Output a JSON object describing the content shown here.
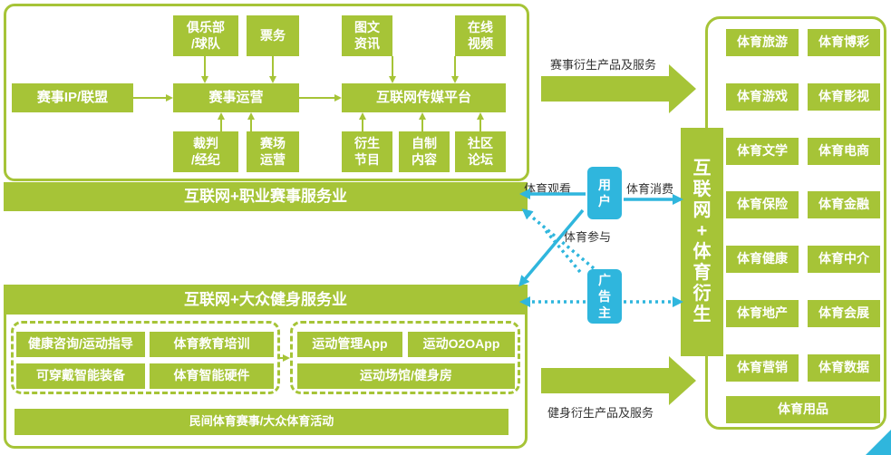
{
  "competition": {
    "club": "俱乐部\n/球队",
    "ticket": "票务",
    "ip": "赛事IP/联盟",
    "operation": "赛事运营",
    "referee": "裁判\n/经纪",
    "venue": "赛场\n运营",
    "media_news": "图文\n资讯",
    "media_video": "在线\n视频",
    "media_platform": "互联网传媒平台",
    "media_program": "衍生\n节目",
    "media_content": "自制\n内容",
    "media_forum": "社区\n论坛",
    "band": "互联网+职业赛事服务业"
  },
  "fitness": {
    "band": "互联网+大众健身服务业",
    "health": "健康咨询/运动指导",
    "education": "体育教育培训",
    "wearable": "可穿戴智能装备",
    "hardware": "体育智能硬件",
    "app": "运动管理App",
    "o2o": "运动O2OApp",
    "venue": "运动场馆/健身房",
    "folk": "民间体育赛事/大众体育活动"
  },
  "middle": {
    "user": "用\n户",
    "advertiser": "广\n告\n主",
    "watch": "体育观看",
    "consume": "体育消费",
    "participate": "体育参与",
    "derive_event": "赛事衍生产品及服务",
    "derive_fitness": "健身衍生产品及服务"
  },
  "derivatives": {
    "title": "互\n联\n网\n+\n体\n育\n衍\n生",
    "items": [
      "体育旅游",
      "体育博彩",
      "体育游戏",
      "体育影视",
      "体育文学",
      "体育电商",
      "体育保险",
      "体育金融",
      "体育健康",
      "体育中介",
      "体育地产",
      "体育会展",
      "体育营销",
      "体育数据"
    ],
    "wide_item": "体育用品"
  },
  "colors": {
    "green": "#a6c437",
    "blue": "#2fb6dd"
  }
}
